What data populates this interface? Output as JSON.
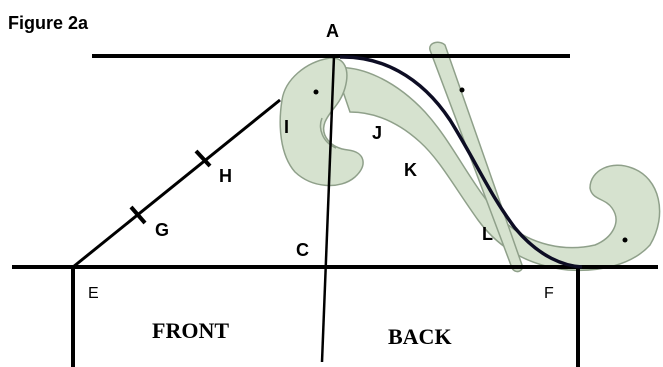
{
  "figure": {
    "title": "Figure 2a"
  },
  "points": {
    "A": "A",
    "C": "C",
    "E": "E",
    "F": "F",
    "G": "G",
    "H": "H",
    "I": "I",
    "J": "J",
    "K": "K",
    "L": "L"
  },
  "regions": {
    "front": "FRONT",
    "back": "BACK"
  },
  "colors": {
    "line": "#000000",
    "curve_fill": "#d6e2cf",
    "curve_stroke": "#8fa08a",
    "drawn_curve": "#0d0d24"
  }
}
